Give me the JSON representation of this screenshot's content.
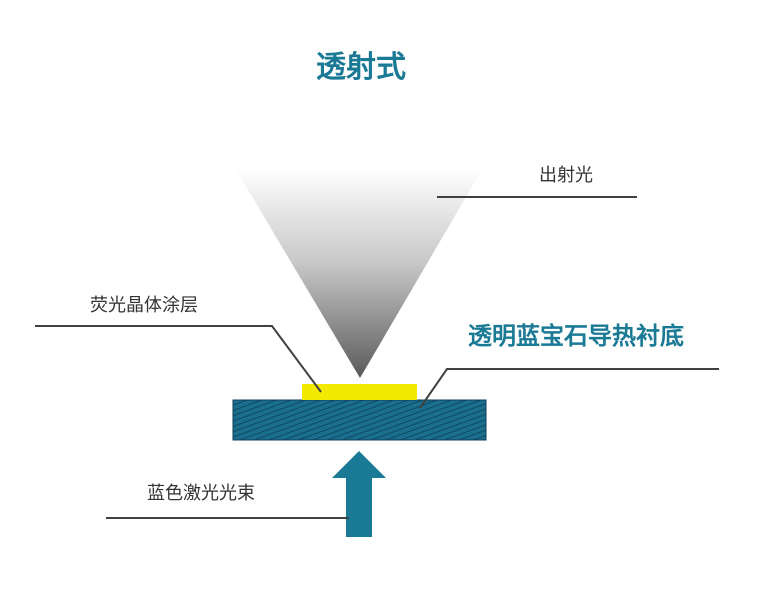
{
  "title": "透射式",
  "labels": {
    "output_light": "出射光",
    "phosphor_coating": "荧光晶体涂层",
    "sapphire_substrate": "透明蓝宝石导热衬底",
    "blue_laser": "蓝色激光光束"
  },
  "colors": {
    "accent": "#1a7a96",
    "substrate": "#1a6e8e",
    "substrate_hatch": "#0c3f55",
    "phosphor": "#f2ea00",
    "leader_line": "#404040",
    "text": "#333333"
  }
}
